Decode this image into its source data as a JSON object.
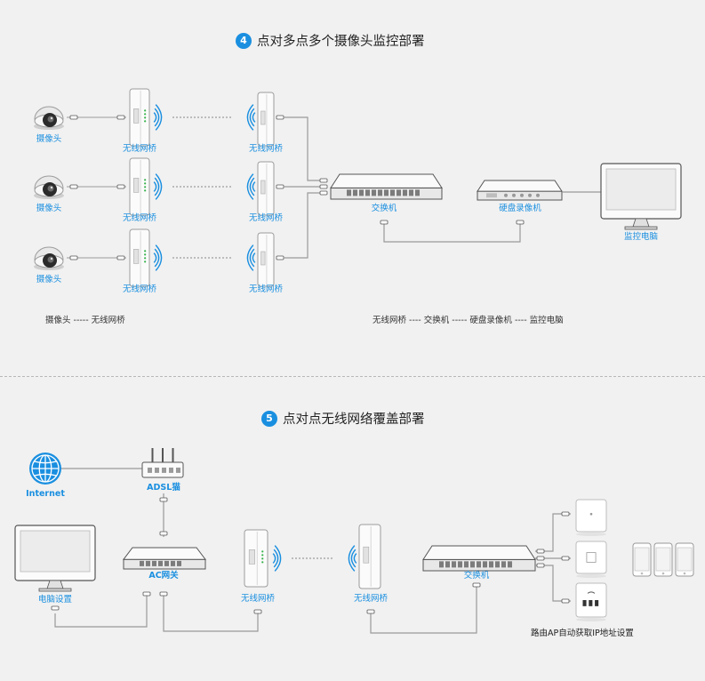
{
  "section4": {
    "number": "4",
    "title": "点对多点多个摄像头监控部署",
    "labels": {
      "camera": "摄像头",
      "bridge": "无线网桥",
      "switch": "交换机",
      "nvr": "硬盘录像机",
      "monitor_pc": "监控电脑"
    },
    "caption_left": "摄像头 ----- 无线网桥",
    "caption_right": "无线网桥 ---- 交换机 ----- 硬盘录像机 ---- 监控电脑"
  },
  "section5": {
    "number": "5",
    "title": "点对点无线网络覆盖部署",
    "labels": {
      "internet": "Internet",
      "adsl": "ADSL猫",
      "pc_setup": "电脑设置",
      "ac_gateway": "AC网关",
      "bridge": "无线网桥",
      "switch": "交换机",
      "ap_caption": "路由AP自动获取IP地址设置"
    }
  },
  "colors": {
    "accent": "#1a8fe0",
    "device_line": "#555555",
    "cable": "#9a9a9a"
  },
  "icons": [
    "camera-icon",
    "wireless-bridge-icon",
    "wifi-signal-icon",
    "switch-icon",
    "nvr-icon",
    "monitor-icon",
    "globe-icon",
    "router-icon",
    "access-point-icon",
    "phone-icon"
  ]
}
